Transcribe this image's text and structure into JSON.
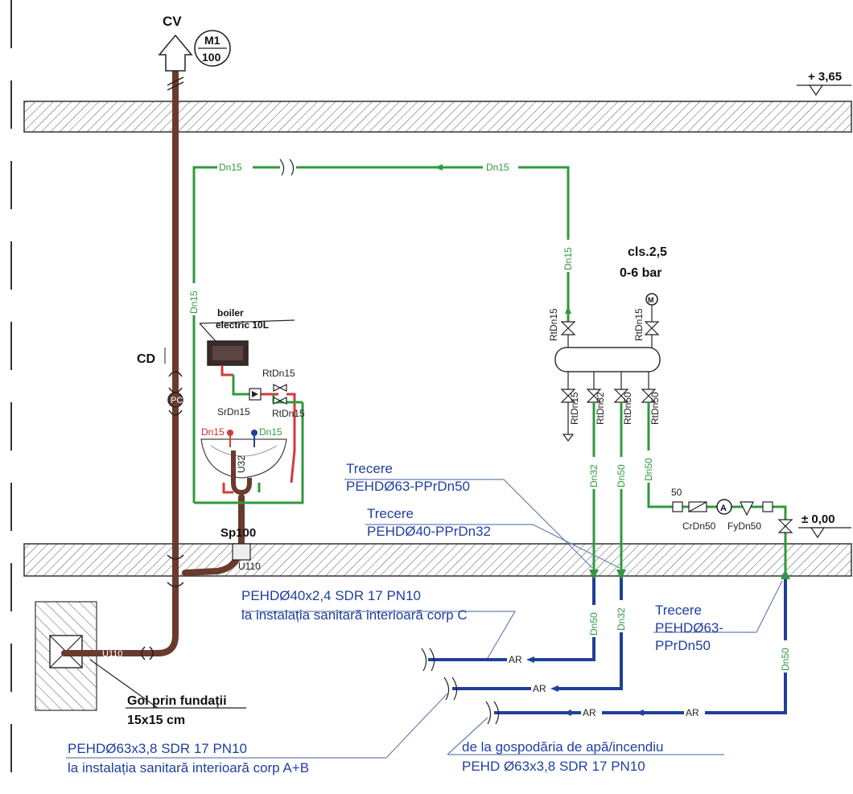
{
  "vent": {
    "label": "CV",
    "badge_top": "M1",
    "badge_bottom": "100"
  },
  "levels": {
    "top": "+ 3,65",
    "ground": "± 0,00"
  },
  "labels": {
    "cd": "CD",
    "pc": "PC",
    "boiler_line1": "boiler",
    "boiler_line2": "electric 10L",
    "rt_dn15_a": "RtDn15",
    "rt_dn15_b": "RtDn15",
    "sr_dn15": "SrDn15",
    "dn15_hot": "Dn15",
    "dn15_cold": "Dn15",
    "u32": "U32",
    "sp100": "Sp100",
    "u110_vertical": "U110",
    "u110_small": "U110",
    "u110_horizontal": "U110",
    "gauge_class": "cls.2,5",
    "gauge_range": "0-6 bar",
    "m_symbol": "M",
    "rt_dn15_left": "RtDn15",
    "rt_dn15_right": "RtDn15",
    "rt_dn15_out": "RtDn15",
    "rt_dn32_out": "RtDn32",
    "rt_dn50_out_a": "RtDn50",
    "rt_dn50_out_b": "RtDn50",
    "dn15_top_left": "Dn15",
    "dn15_top_right": "Dn15",
    "dn15_vert_left": "Dn15",
    "dn15_vert_right": "Dn15",
    "dn32_a": "Dn32",
    "dn50_a": "Dn50",
    "dn50_b": "Dn50",
    "dn50_c": "Dn50",
    "dn32_b": "Dn32",
    "dn50_d": "Dn50",
    "num_50": "50",
    "a_symbol": "A",
    "cr_dn50": "CrDn50",
    "fy_dn50": "FyDn50",
    "ar_1": "AR",
    "ar_2": "AR",
    "ar_3": "AR",
    "ar_4": "AR"
  },
  "notes": {
    "trecere_1_title": "Trecere",
    "trecere_1_text": "PEHDØ63-PPrDn50",
    "trecere_2_title": "Trecere",
    "trecere_2_text": "PEHDØ40-PPrDn32",
    "trecere_3_title": "Trecere",
    "trecere_3_line2": "PEHDØ63-",
    "trecere_3_line3": "PPrDn50",
    "corp_c_line1": "PEHDØ40x2,4 SDR 17 PN10",
    "corp_c_line2": "la instalația sanitară interioară corp C",
    "corp_ab_line1": "PEHDØ63x3,8 SDR 17 PN10",
    "corp_ab_line2": "la instalația sanitară interioară corp A+B",
    "gospodaria_line1": "de la gospodăria de apă/incendiu",
    "gospodaria_line2": "PEHD Ø63x3,8 SDR 17 PN10",
    "gol_line1": "Gol prin fundații",
    "gol_line2": "15x15 cm"
  },
  "colors": {
    "drain": "#6b3a2e",
    "cold_water": "#2e9a3e",
    "hot_water": "#d43a3a",
    "supply_blue": "#1f3f9a",
    "note_blue": "#1f3fa0"
  }
}
